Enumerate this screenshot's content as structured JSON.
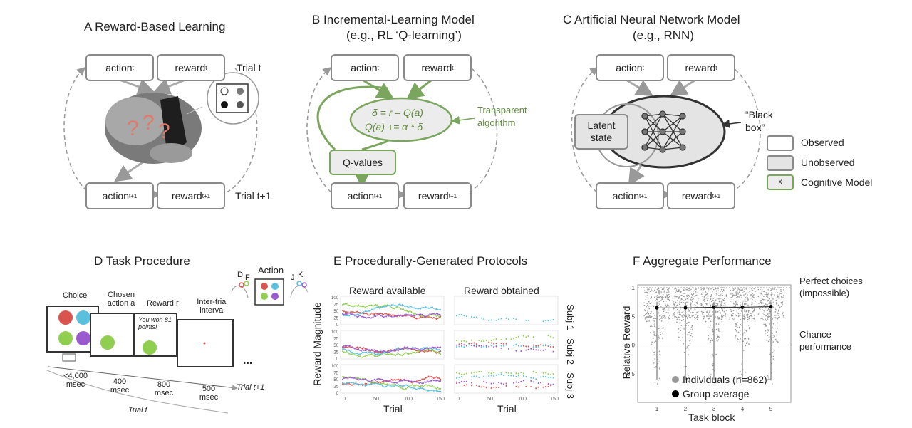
{
  "panel_a": {
    "title": "A  Reward-Based Learning",
    "action_t": "action",
    "reward_t": "reward",
    "sub_t": "t",
    "action_t1": "action",
    "reward_t1": "reward",
    "sub_t1": "t+1",
    "trial_t": "Trial t",
    "trial_t1": "Trial t+1"
  },
  "panel_b": {
    "title_line1": "B  Incremental-Learning Model",
    "title_line2": "(e.g., RL ‘Q-learning’)",
    "eq1": "δ = r – Q(a)",
    "eq2": "Q(a) += α * δ",
    "transparent": "Transparent algorithm",
    "qvalues": "Q-values"
  },
  "panel_c": {
    "title_line1": "C  Artificial Neural Network Model",
    "title_line2": "(e.g., RNN)",
    "latent": "Latent state",
    "black_box": "“Black box”"
  },
  "legend": {
    "observed": "Observed",
    "unobserved": "Unobserved",
    "cognitive": "Cognitive Model",
    "cognitive_mark": "x",
    "colors": {
      "observed": "#ffffff",
      "unobserved": "#e4e4e4",
      "cognitive_border": "#7aa55c"
    }
  },
  "panel_d": {
    "title": "D  Task Procedure",
    "action_label": "Action",
    "keys": [
      "D",
      "F",
      "J",
      "K"
    ],
    "stages": [
      "Choice",
      "Chosen action a",
      "Reward r",
      "Inter-trial interval"
    ],
    "durations": [
      "<4,000 msec",
      "400 msec",
      "800 msec",
      "500 msec"
    ],
    "reward_msg": "You won 81 points!",
    "trial_t": "Trial t",
    "trial_t1": "Trial t+1",
    "ellipsis": "..."
  },
  "panel_e": {
    "title": "E  Procedurally-Generated Protocols",
    "col_left": "Reward available",
    "col_right": "Reward obtained",
    "ylabel": "Reward Magnitude",
    "xlabel": "Trial",
    "subjects": [
      "Subj 1",
      "Subj 2",
      "Subj 3"
    ],
    "yticks": [
      "100",
      "75",
      "50",
      "25",
      "0"
    ],
    "xticks": [
      "0",
      "50",
      "100",
      "150"
    ]
  },
  "panel_f": {
    "title": "F  Aggregate Performance",
    "perfect": "Perfect choices (impossible)",
    "chance": "Chance performance",
    "legend_ind": "Individuals (n=862)",
    "legend_grp": "Group average",
    "chart_data": {
      "type": "scatter",
      "title": "Aggregate Performance",
      "xlabel": "Task block",
      "ylabel": "Relative Reward",
      "categories": [
        "1",
        "2",
        "3",
        "4",
        "5"
      ],
      "group_average": [
        0.65,
        0.65,
        0.66,
        0.66,
        0.67
      ],
      "ylim": [
        -1,
        1.05
      ],
      "yticks": [
        "1",
        "0.5",
        "0",
        "-0.5"
      ],
      "reference_lines": [
        {
          "label": "Perfect choices (impossible)",
          "y": 1
        },
        {
          "label": "Chance performance",
          "y": 0
        }
      ]
    }
  }
}
